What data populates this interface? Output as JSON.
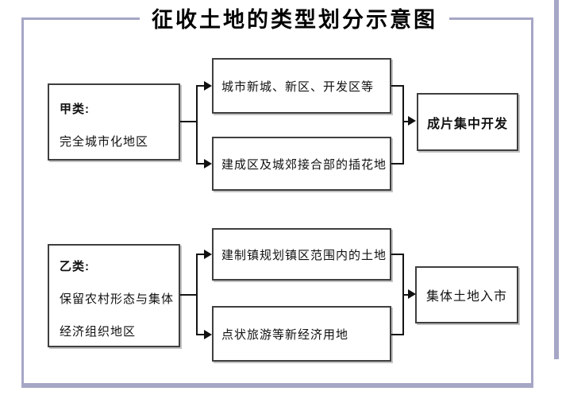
{
  "title": "征收土地的类型划分示意图",
  "colors": {
    "frame": "#a6a6c6",
    "box_border": "#3f3f3f",
    "connector": "#151515",
    "background": "#ffffff",
    "text": "#111111"
  },
  "groups": [
    {
      "id": "A",
      "source_heading": "甲类:",
      "source_lines": [
        "完全城市化地区"
      ],
      "branches": [
        "城市新城、新区、开发区等",
        "建成区及城郊接合部的插花地"
      ],
      "result": "成片集中开发"
    },
    {
      "id": "B",
      "source_heading": "乙类:",
      "source_lines": [
        "保留农村形态与集体",
        "经济组织地区"
      ],
      "branches": [
        "建制镇规划镇区范围内的土地",
        "点状旅游等新经济用地"
      ],
      "result": "集体土地入市"
    }
  ]
}
